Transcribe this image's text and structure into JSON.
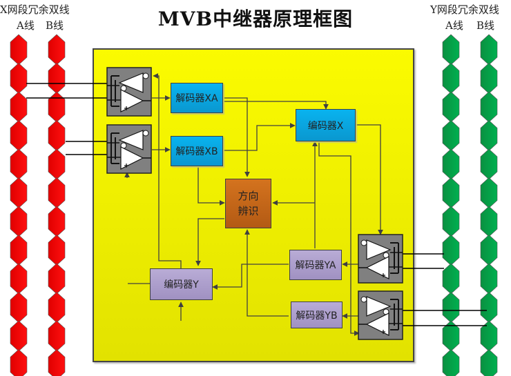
{
  "title": "MVB中继器原理框图",
  "left_bus": {
    "header": "X网段冗余双线",
    "line_a": "A线",
    "line_b": "B线",
    "color": "#ff0000"
  },
  "right_bus": {
    "header": "Y网段冗余双线",
    "line_a": "A线",
    "line_b": "B线",
    "color": "#00a550"
  },
  "board_color": "#f5f500",
  "blocks": {
    "decoder_xa": "解码器XA",
    "decoder_xb": "解码器XB",
    "encoder_x": "编码器X",
    "direction_line1": "方向",
    "direction_line2": "辨识",
    "decoder_ya": "解码器YA",
    "decoder_yb": "解码器YB",
    "encoder_y": "编码器Y"
  },
  "colors": {
    "decoder_x": "#0aa6e0",
    "decoder_y": "#ac9fcb",
    "direction": "#c4661a",
    "transceiver": "#808080"
  }
}
